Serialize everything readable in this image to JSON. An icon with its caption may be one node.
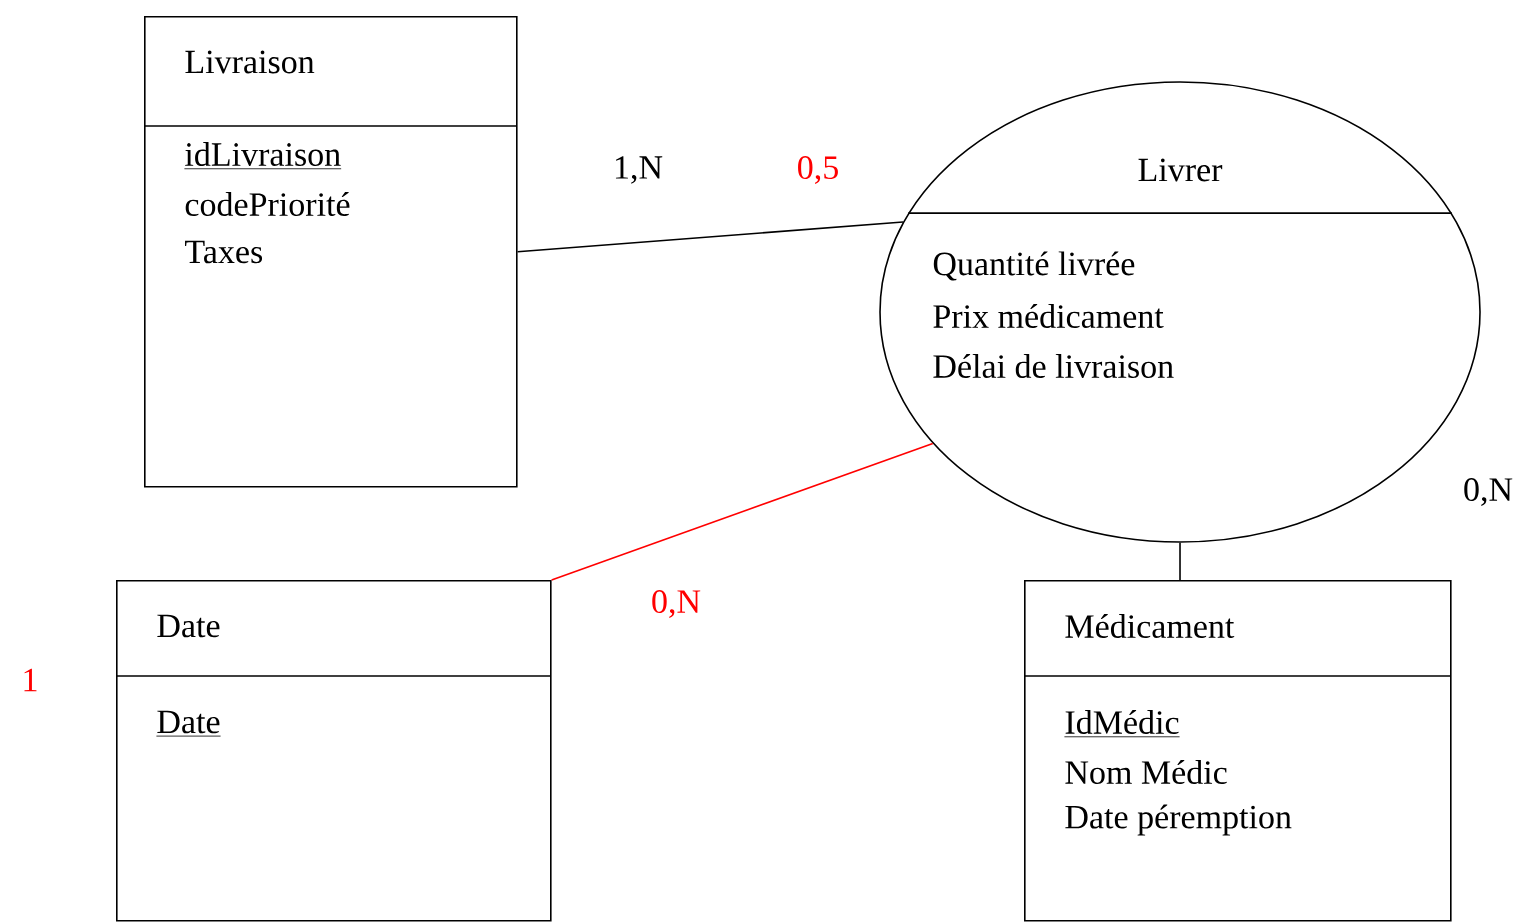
{
  "diagram": {
    "nodes": [
      {
        "text": [
          "Livraison",
          "idLivraison",
          "codePriorité",
          "Taxes"
        ]
      },
      {
        "text": [
          "Livrer",
          "Quantité livrée",
          "Prix médicament",
          "Délai de livraison"
        ]
      },
      {
        "text": [
          "Date",
          "Date"
        ]
      },
      {
        "text": [
          "Médicament",
          "IdMédic",
          "Nom Médic",
          "Date péremption"
        ]
      }
    ],
    "edges": [
      {
        "from": 0,
        "to": 1,
        "arrow": "none"
      },
      {
        "from": 1,
        "to": 2,
        "arrow": "none",
        "color": "#ff0000"
      },
      {
        "from": 1,
        "to": 3,
        "arrow": "none"
      }
    ],
    "labels": [
      "1,N",
      "0,5",
      "0,N",
      "0,N",
      "1"
    ]
  }
}
